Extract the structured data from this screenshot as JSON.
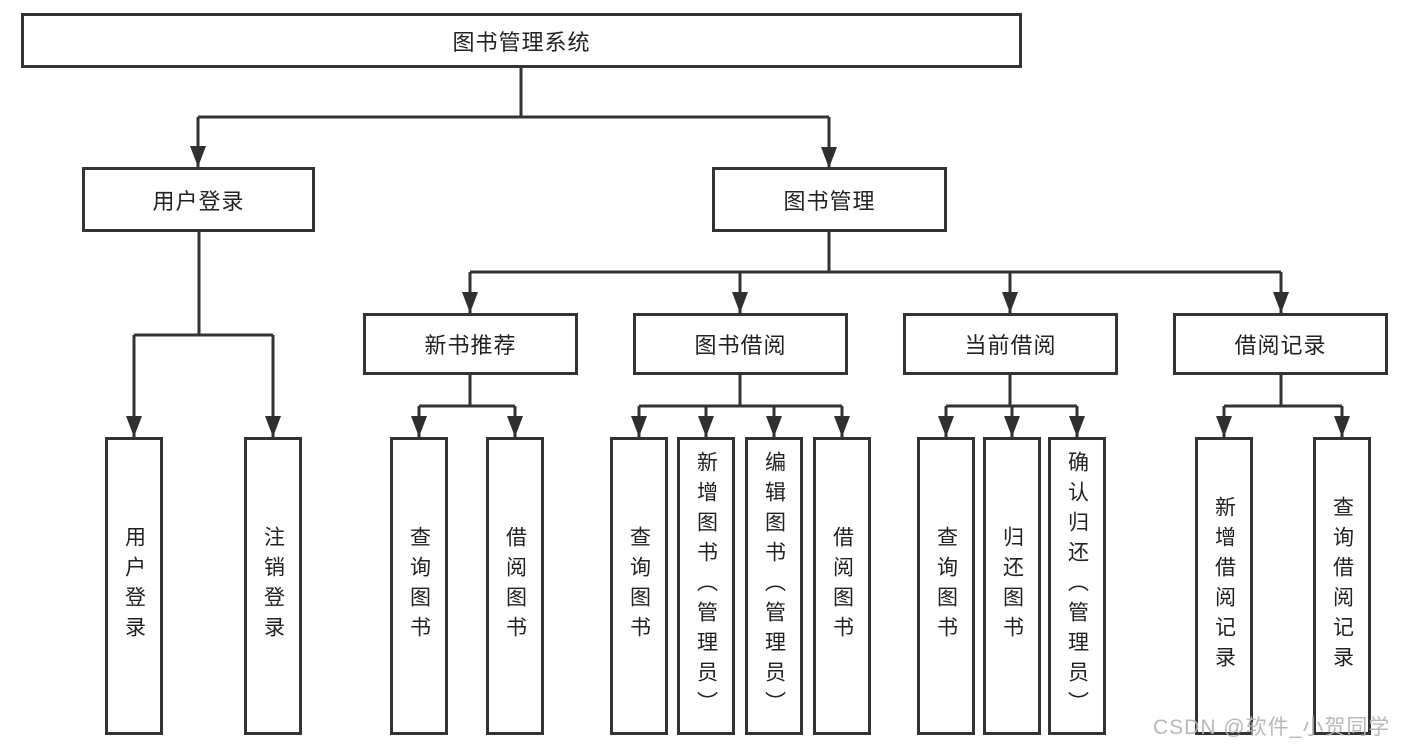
{
  "diagram_title": "图书管理系统",
  "tree": {
    "root": {
      "label": "图书管理系统"
    },
    "branches": [
      {
        "label": "用户登录",
        "children": [
          {
            "label": "用户登录"
          },
          {
            "label": "注销登录"
          }
        ]
      },
      {
        "label": "图书管理",
        "children": [
          {
            "label": "新书推荐",
            "children": [
              {
                "label": "查询图书"
              },
              {
                "label": "借阅图书"
              }
            ]
          },
          {
            "label": "图书借阅",
            "children": [
              {
                "label": "查询图书"
              },
              {
                "label": "新增图书（管理员）"
              },
              {
                "label": "编辑图书（管理员）"
              },
              {
                "label": "借阅图书"
              }
            ]
          },
          {
            "label": "当前借阅",
            "children": [
              {
                "label": "查询图书"
              },
              {
                "label": "归还图书"
              },
              {
                "label": "确认归还（管理员）"
              }
            ]
          },
          {
            "label": "借阅记录",
            "children": [
              {
                "label": "新增借阅记录"
              },
              {
                "label": "查询借阅记录"
              }
            ]
          }
        ]
      }
    ]
  },
  "watermark": {
    "text": "CSDN @软件_小贺同学",
    "color": "#b3b3b3"
  },
  "colors": {
    "background": "#ffffff",
    "line": "#333333",
    "box_border": "#333333",
    "text": "#222222"
  }
}
